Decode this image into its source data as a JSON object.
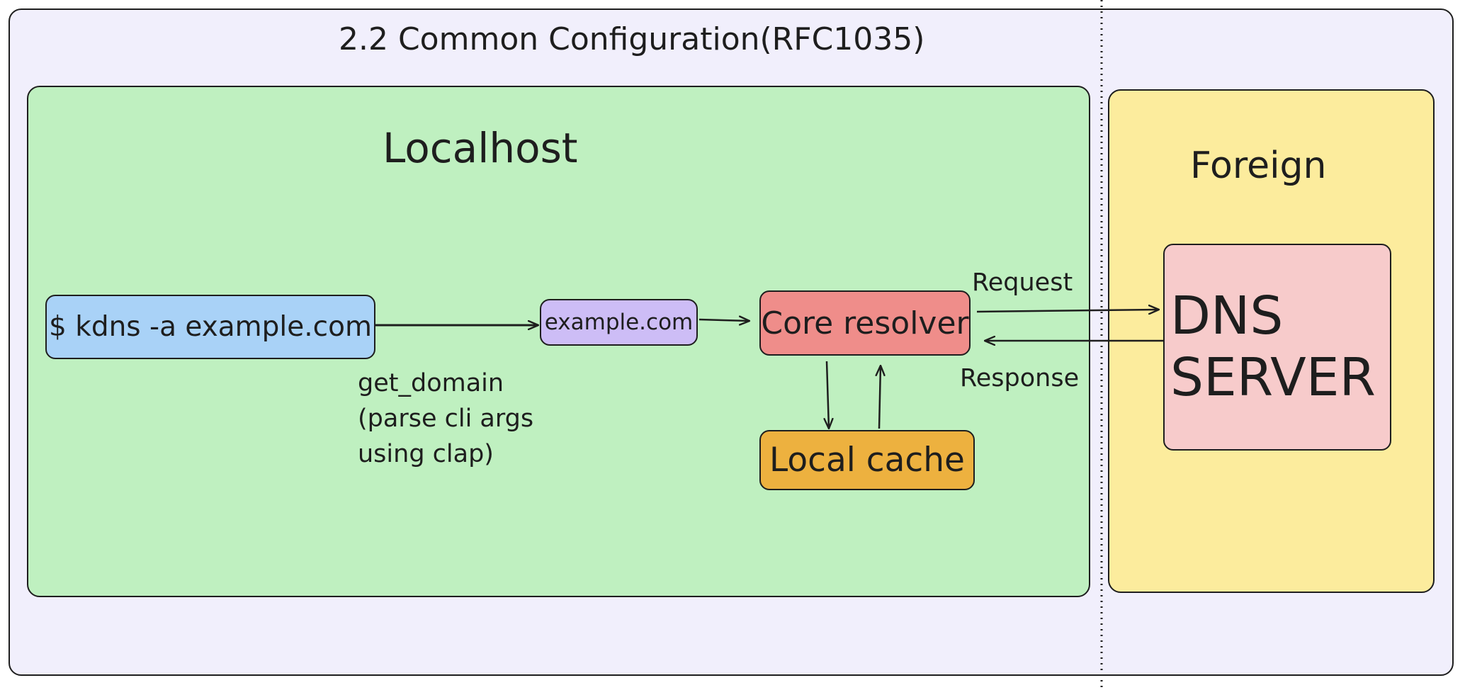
{
  "title": "2.2 Common Configuration(RFC1035)",
  "zones": {
    "localhost": "Localhost",
    "foreign": "Foreign"
  },
  "nodes": {
    "cli_command": "$ kdns -a example.com",
    "domain": "example.com",
    "core_resolver": "Core resolver",
    "local_cache": "Local cache",
    "dns_server_line1": "DNS",
    "dns_server_line2": "SERVER"
  },
  "edge_labels": {
    "get_domain_line1": "get_domain",
    "get_domain_line2": "(parse cli args",
    "get_domain_line3": "using clap)",
    "request": "Request",
    "response": "Response"
  },
  "colors": {
    "background": "#f1effc",
    "localhost_zone": "#bff0c0",
    "foreign_zone": "#fcec9d",
    "cli_command": "#a9d2f7",
    "domain": "#cdbdf6",
    "core_resolver": "#ef8d8a",
    "local_cache": "#edb13f",
    "dns_server": "#f7cbcb",
    "stroke": "#1e1e1e"
  }
}
